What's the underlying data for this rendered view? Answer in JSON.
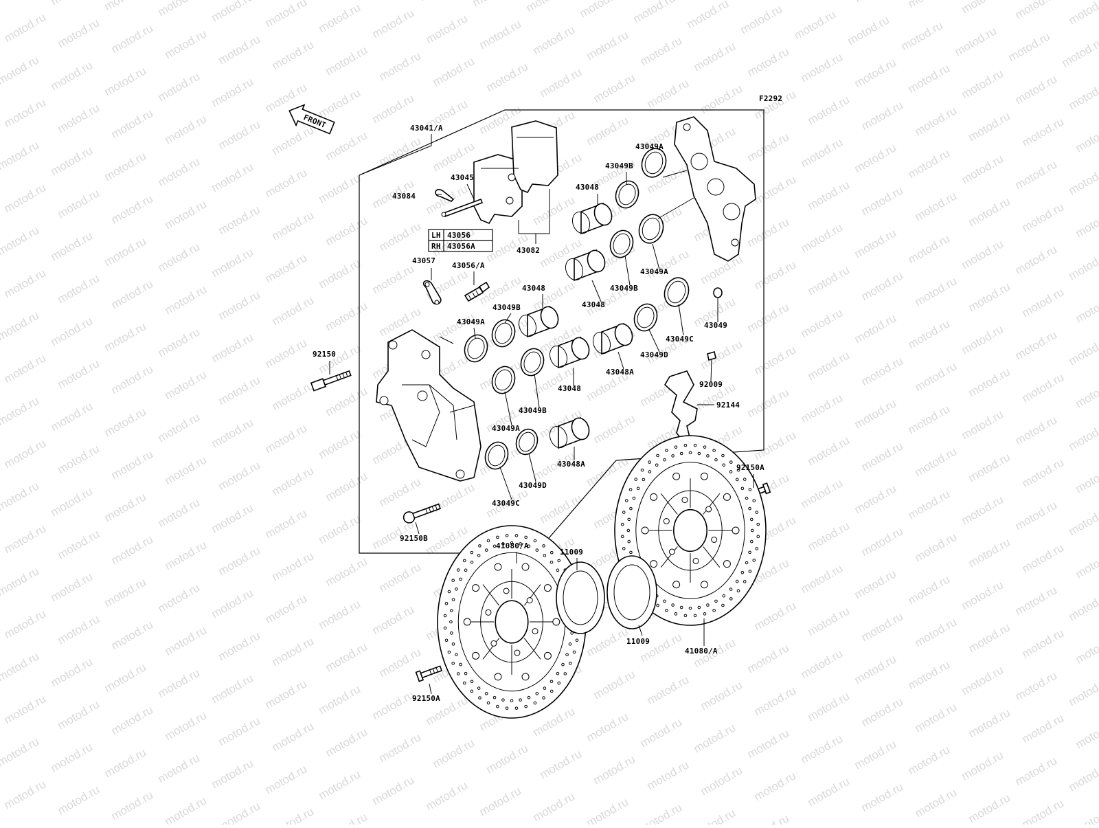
{
  "diagram": {
    "figure_code": "F2292",
    "front_label": "FRONT",
    "watermark": "motod.ru",
    "side_table": {
      "rows": [
        {
          "side": "LH",
          "part": "43056"
        },
        {
          "side": "RH",
          "part": "43056A"
        }
      ]
    },
    "labels": [
      {
        "id": "l01",
        "text": "43041/A"
      },
      {
        "id": "l02",
        "text": "43045"
      },
      {
        "id": "l03",
        "text": "43084"
      },
      {
        "id": "l04",
        "text": "43082"
      },
      {
        "id": "l05",
        "text": "43057"
      },
      {
        "id": "l06",
        "text": "43056/A"
      },
      {
        "id": "l07",
        "text": "43049A"
      },
      {
        "id": "l08",
        "text": "43049B"
      },
      {
        "id": "l09",
        "text": "43048"
      },
      {
        "id": "l10",
        "text": "43049A"
      },
      {
        "id": "l11",
        "text": "43049B"
      },
      {
        "id": "l12",
        "text": "43048"
      },
      {
        "id": "l13",
        "text": "43048"
      },
      {
        "id": "l14",
        "text": "43049B"
      },
      {
        "id": "l15",
        "text": "43049A"
      },
      {
        "id": "l16",
        "text": "43049C"
      },
      {
        "id": "l17",
        "text": "43049"
      },
      {
        "id": "l18",
        "text": "92150"
      },
      {
        "id": "l19",
        "text": "43049D"
      },
      {
        "id": "l20",
        "text": "43048A"
      },
      {
        "id": "l21",
        "text": "92009"
      },
      {
        "id": "l22",
        "text": "43048"
      },
      {
        "id": "l23",
        "text": "43049B"
      },
      {
        "id": "l24",
        "text": "92144"
      },
      {
        "id": "l25",
        "text": "43049A"
      },
      {
        "id": "l26",
        "text": "43048A"
      },
      {
        "id": "l27",
        "text": "43049D"
      },
      {
        "id": "l28",
        "text": "43049C"
      },
      {
        "id": "l29",
        "text": "92150A"
      },
      {
        "id": "l30",
        "text": "92150B"
      },
      {
        "id": "l31",
        "text": "41080/A"
      },
      {
        "id": "l32",
        "text": "11009"
      },
      {
        "id": "l33",
        "text": "11009"
      },
      {
        "id": "l34",
        "text": "41080/A"
      },
      {
        "id": "l35",
        "text": "92150A"
      }
    ]
  }
}
